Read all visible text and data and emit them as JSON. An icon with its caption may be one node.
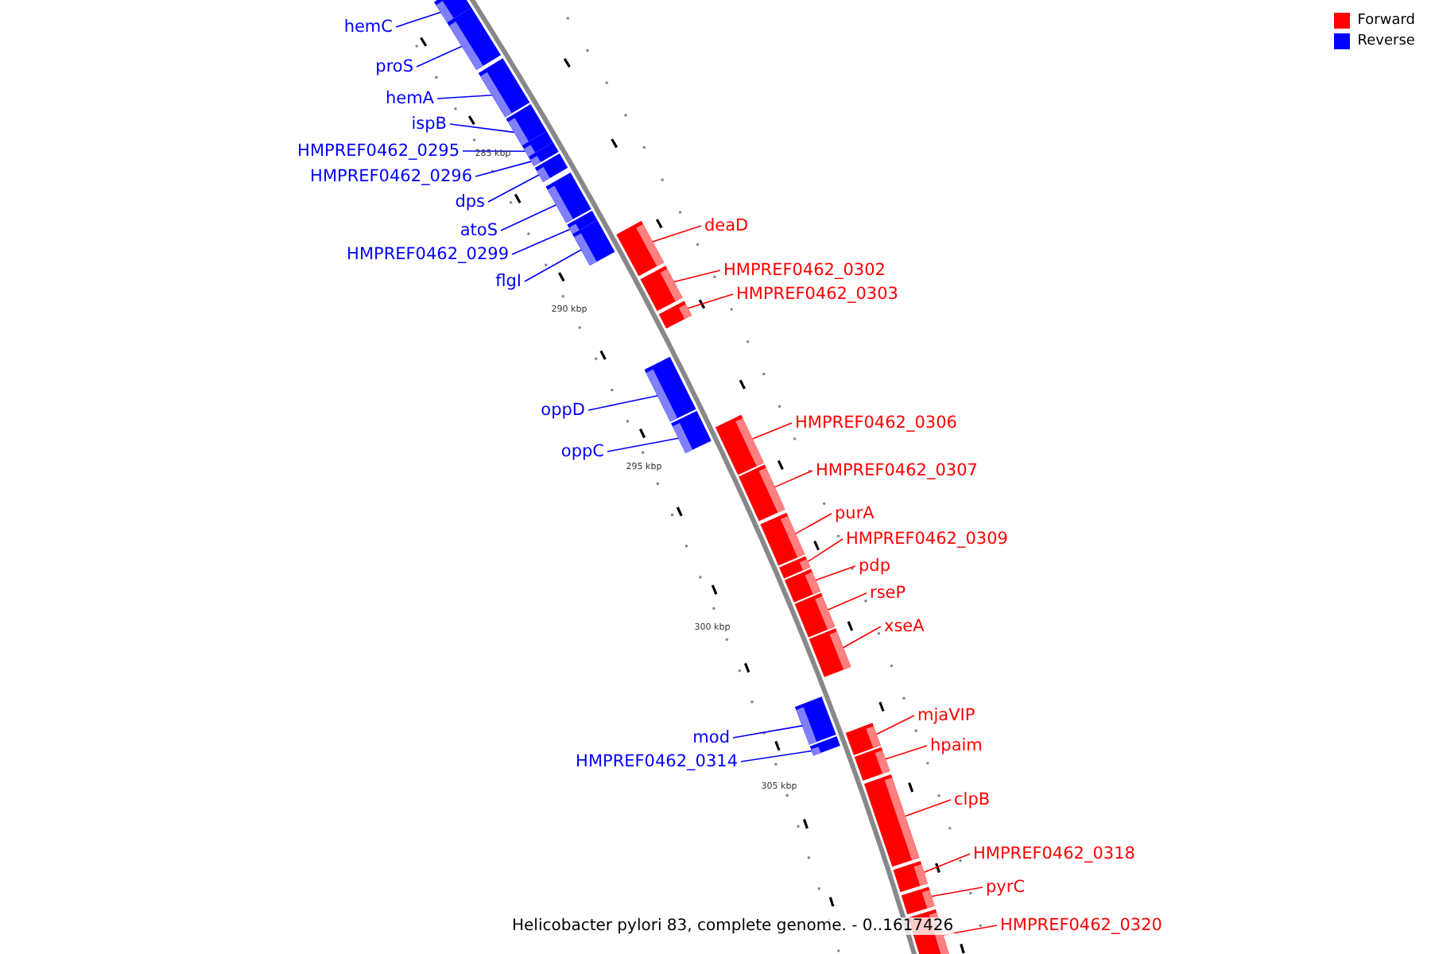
{
  "diagram": {
    "caption": "Helicobacter pylori 83, complete genome. - 0..1617426",
    "nodes": [
      {
        "text": [
          "hemC"
        ]
      },
      {
        "text": [],
        "shape": "bar"
      },
      {
        "text": [
          "proS"
        ]
      },
      {
        "text": [],
        "shape": "bar"
      },
      {
        "text": [
          "hemA"
        ]
      },
      {
        "text": [],
        "shape": "bar"
      },
      {
        "text": [
          "ispB"
        ]
      },
      {
        "text": [],
        "shape": "bar"
      },
      {
        "text": [
          "HMPREF0462_0295"
        ]
      },
      {
        "text": [],
        "shape": "bar"
      },
      {
        "text": [
          "HMPREF0462_0296"
        ]
      },
      {
        "text": [],
        "shape": "bar"
      },
      {
        "text": [
          "dps"
        ]
      },
      {
        "text": [],
        "shape": "bar"
      },
      {
        "text": [
          "atoS"
        ]
      },
      {
        "text": [],
        "shape": "bar"
      },
      {
        "text": [
          "HMPREF0462_0299"
        ]
      },
      {
        "text": [],
        "shape": "bar"
      },
      {
        "text": [
          "flgI"
        ]
      },
      {
        "text": [],
        "shape": "bar"
      },
      {
        "text": [
          "deaD"
        ]
      },
      {
        "text": [],
        "shape": "bar"
      },
      {
        "text": [
          "HMPREF0462_0302"
        ]
      },
      {
        "text": [],
        "shape": "bar"
      },
      {
        "text": [
          "HMPREF0462_0303"
        ]
      },
      {
        "text": [],
        "shape": "bar"
      },
      {
        "text": [
          "oppD"
        ]
      },
      {
        "text": [],
        "shape": "bar"
      },
      {
        "text": [
          "oppC"
        ]
      },
      {
        "text": [],
        "shape": "bar"
      },
      {
        "text": [
          "HMPREF0462_0306"
        ]
      },
      {
        "text": [],
        "shape": "bar"
      },
      {
        "text": [
          "HMPREF0462_0307"
        ]
      },
      {
        "text": [],
        "shape": "bar"
      },
      {
        "text": [
          "purA"
        ]
      },
      {
        "text": [],
        "shape": "bar"
      },
      {
        "text": [
          "HMPREF0462_0309"
        ]
      },
      {
        "text": [],
        "shape": "bar"
      },
      {
        "text": [
          "pdp"
        ]
      },
      {
        "text": [],
        "shape": "bar"
      },
      {
        "text": [
          "rseP"
        ]
      },
      {
        "text": [],
        "shape": "bar"
      },
      {
        "text": [
          "xseA"
        ]
      },
      {
        "text": [],
        "shape": "bar"
      },
      {
        "text": [
          "mod"
        ]
      },
      {
        "text": [],
        "shape": "bar"
      },
      {
        "text": [
          "mjaVIP"
        ]
      },
      {
        "text": [],
        "shape": "bar"
      },
      {
        "text": [
          "HMPREF0462_0314"
        ]
      },
      {
        "text": [],
        "shape": "bar"
      },
      {
        "text": [
          "hpaim"
        ]
      },
      {
        "text": [],
        "shape": "bar"
      },
      {
        "text": [
          "clpB"
        ]
      },
      {
        "text": [],
        "shape": "bar"
      },
      {
        "text": [
          "HMPREF0462_0318"
        ]
      },
      {
        "text": [],
        "shape": "bar"
      },
      {
        "text": [
          "pyrC"
        ]
      },
      {
        "text": [],
        "shape": "bar"
      },
      {
        "text": [
          "HMPREF0462_0320"
        ]
      },
      {
        "text": [],
        "shape": "bar"
      }
    ],
    "edges": [
      {
        "from": 0,
        "to": 1,
        "arrow": "none",
        "color": "#0000ff"
      },
      {
        "from": 2,
        "to": 3,
        "arrow": "none",
        "color": "#0000ff"
      },
      {
        "from": 4,
        "to": 5,
        "arrow": "none",
        "color": "#0000ff"
      },
      {
        "from": 6,
        "to": 7,
        "arrow": "none",
        "color": "#0000ff"
      },
      {
        "from": 8,
        "to": 9,
        "arrow": "none",
        "color": "#0000ff"
      },
      {
        "from": 10,
        "to": 11,
        "arrow": "none",
        "color": "#0000ff"
      },
      {
        "from": 12,
        "to": 13,
        "arrow": "none",
        "color": "#0000ff"
      },
      {
        "from": 14,
        "to": 15,
        "arrow": "none",
        "color": "#0000ff"
      },
      {
        "from": 16,
        "to": 17,
        "arrow": "none",
        "color": "#0000ff"
      },
      {
        "from": 18,
        "to": 19,
        "arrow": "none",
        "color": "#0000ff"
      },
      {
        "from": 20,
        "to": 21,
        "arrow": "none"
      },
      {
        "from": 22,
        "to": 23,
        "arrow": "none"
      },
      {
        "from": 24,
        "to": 25,
        "arrow": "none"
      },
      {
        "from": 26,
        "to": 27,
        "arrow": "none",
        "color": "#0000ff"
      },
      {
        "from": 28,
        "to": 29,
        "arrow": "none",
        "color": "#0000ff"
      },
      {
        "from": 30,
        "to": 31,
        "arrow": "none"
      },
      {
        "from": 32,
        "to": 33,
        "arrow": "none"
      },
      {
        "from": 34,
        "to": 35,
        "arrow": "none"
      },
      {
        "from": 36,
        "to": 37,
        "arrow": "none"
      },
      {
        "from": 38,
        "to": 39,
        "arrow": "none"
      },
      {
        "from": 40,
        "to": 41,
        "arrow": "none"
      },
      {
        "from": 42,
        "to": 43,
        "arrow": "none"
      },
      {
        "from": 44,
        "to": 45,
        "arrow": "none",
        "color": "#0000ff"
      },
      {
        "from": 46,
        "to": 47,
        "arrow": "none"
      },
      {
        "from": 48,
        "to": 49,
        "arrow": "none",
        "color": "#0000ff"
      },
      {
        "from": 50,
        "to": 51,
        "arrow": "none"
      },
      {
        "from": 52,
        "to": 53,
        "arrow": "none"
      },
      {
        "from": 54,
        "to": 55,
        "arrow": "none"
      },
      {
        "from": 56,
        "to": 57,
        "arrow": "none"
      },
      {
        "from": 58,
        "to": 59,
        "arrow": "none"
      }
    ],
    "labels": [
      "285 kbp",
      "290 kbp",
      "295 kbp",
      "300 kbp",
      "305 kbp"
    ],
    "legend": [
      {
        "text": "Forward",
        "color": "#ff0000"
      },
      {
        "text": "Reverse",
        "color": "#0000ff"
      }
    ]
  }
}
